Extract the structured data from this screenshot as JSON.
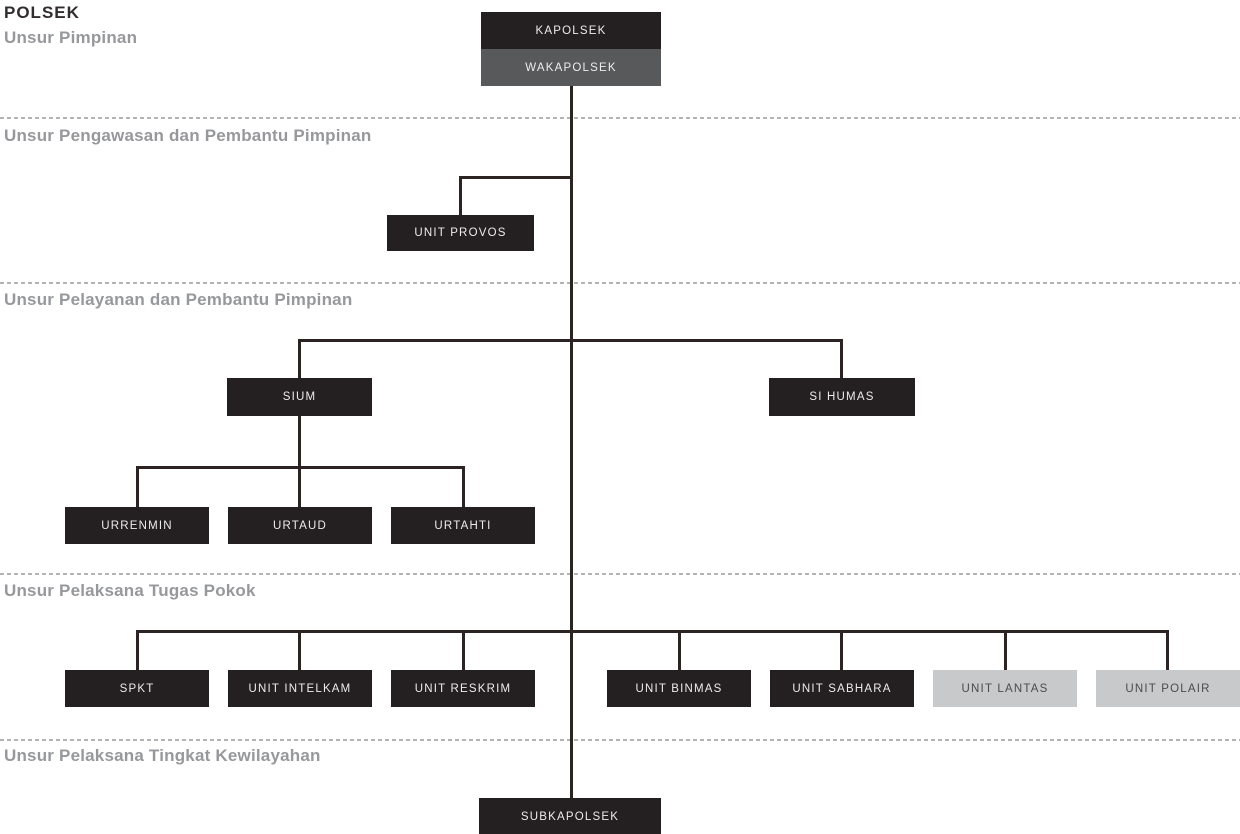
{
  "title": "POLSEK",
  "sections": {
    "pimpinan": "Unsur Pimpinan",
    "pengawasan": "Unsur Pengawasan dan Pembantu Pimpinan",
    "pelayanan": "Unsur Pelayanan dan Pembantu Pimpinan",
    "pelaksana_pokok": "Unsur Pelaksana Tugas Pokok",
    "kewilayahan": "Unsur Pelaksana Tingkat Kewilayahan"
  },
  "nodes": {
    "kapolsek": {
      "label": "KAPOLSEK",
      "variant": "dark"
    },
    "wakapolsek": {
      "label": "WAKAPOLSEK",
      "variant": "gray"
    },
    "unit_provos": {
      "label": "UNIT PROVOS",
      "variant": "dark"
    },
    "sium": {
      "label": "SIUM",
      "variant": "dark"
    },
    "si_humas": {
      "label": "SI HUMAS",
      "variant": "dark"
    },
    "urrenmin": {
      "label": "URRENMIN",
      "variant": "dark"
    },
    "urtaud": {
      "label": "URTAUD",
      "variant": "dark"
    },
    "urtahti": {
      "label": "URTAHTI",
      "variant": "dark"
    },
    "spkt": {
      "label": "SPKT",
      "variant": "dark"
    },
    "unit_intelkam": {
      "label": "UNIT INTELKAM",
      "variant": "dark"
    },
    "unit_reskrim": {
      "label": "UNIT RESKRIM",
      "variant": "dark"
    },
    "unit_binmas": {
      "label": "UNIT BINMAS",
      "variant": "dark"
    },
    "unit_sabhara": {
      "label": "UNIT SABHARA",
      "variant": "dark"
    },
    "unit_lantas": {
      "label": "UNIT LANTAS",
      "variant": "light"
    },
    "unit_polair": {
      "label": "UNIT POLAIR",
      "variant": "light"
    },
    "subkapolsek": {
      "label": "SUBKAPOLSEK",
      "variant": "dark"
    }
  },
  "hierarchy": {
    "kapolsek": {
      "wakapolsek": {
        "unit_provos": {},
        "sium": {
          "urrenmin": {},
          "urtaud": {},
          "urtahti": {}
        },
        "si_humas": {},
        "spkt": {},
        "unit_intelkam": {},
        "unit_reskrim": {},
        "unit_binmas": {},
        "unit_sabhara": {},
        "unit_lantas": {},
        "unit_polair": {},
        "subkapolsek": {}
      }
    }
  },
  "colors": {
    "box_dark": "#241f20",
    "box_gray": "#58595b",
    "box_light": "#c8c9cb",
    "connector": "#2b2423",
    "divider": "#b4b4b4",
    "section_label": "#97989b",
    "title": "#332c2e"
  }
}
